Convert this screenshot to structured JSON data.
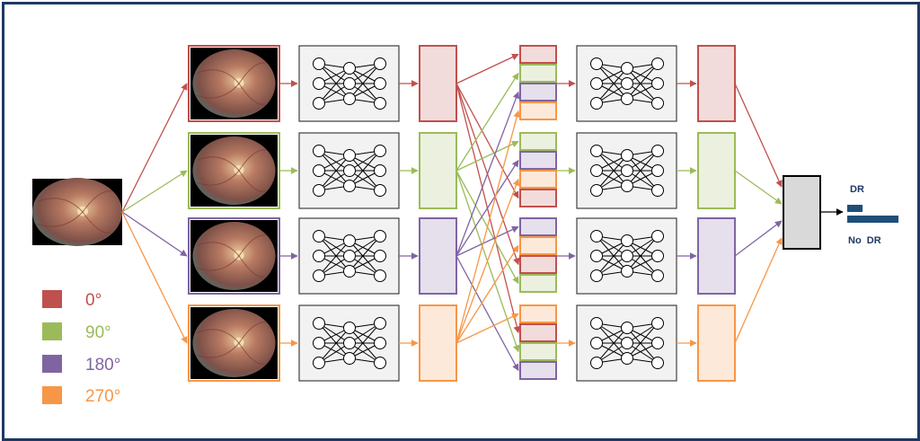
{
  "legend": {
    "items": [
      {
        "label": "0°",
        "color": "#c0504d"
      },
      {
        "label": "90°",
        "color": "#9bbb59"
      },
      {
        "label": "180°",
        "color": "#8064a2"
      },
      {
        "label": "270°",
        "color": "#f79646"
      }
    ]
  },
  "output": {
    "dr_label": "DR",
    "no_dr_label": "No  DR",
    "dr_score": 0.3,
    "no_dr_score": 1.0,
    "bar_color": "#1f4e79"
  },
  "colors": {
    "frame": "#1f3864",
    "network_box_fill": "#f2f2f2",
    "aggregator_fill": "#d9d9d9",
    "red_fill": "#f2dcdb",
    "green_fill": "#ebf1de",
    "purple_fill": "#e5e0ec",
    "orange_fill": "#fde9d9"
  },
  "icons": {
    "input": "fundus-image",
    "rotated": "rotated-fundus-image",
    "network": "neural-network-icon",
    "feature": "feature-vector",
    "aggregator": "aggregator-block"
  }
}
